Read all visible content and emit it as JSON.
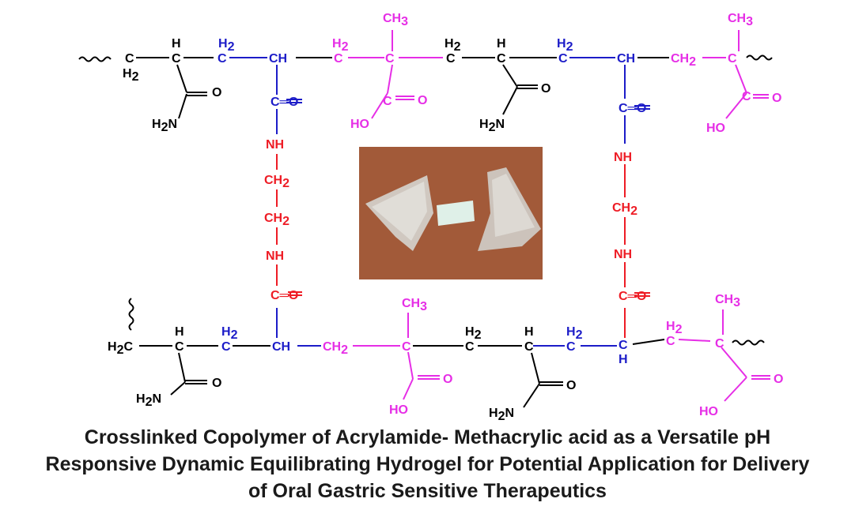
{
  "colors": {
    "acrylamide": "#000000",
    "crosslinker_backbone": "#1c1cc8",
    "crosslinker_bridge": "#ee1c25",
    "methacrylic_acid": "#e62ee6",
    "photo_background": "#9c5234"
  },
  "labels": {
    "C": "C",
    "H": "H",
    "H2": "H2",
    "CH": "CH",
    "CH2": "CH2",
    "CH3": "CH3",
    "H2C": "H2C",
    "NH": "NH",
    "O": "O",
    "HO": "HO",
    "H2N": "H2N",
    "C_eq_O": "C═O"
  },
  "photo": {
    "description_icon": "hydrogel-samples-photo"
  },
  "caption": {
    "line1": "Crosslinked Copolymer of Acrylamide- Methacrylic acid as a Versatile pH",
    "line2": "Responsive Dynamic Equilibrating Hydrogel for Potential Application for Delivery",
    "line3": "of Oral Gastric Sensitive Therapeutics"
  }
}
